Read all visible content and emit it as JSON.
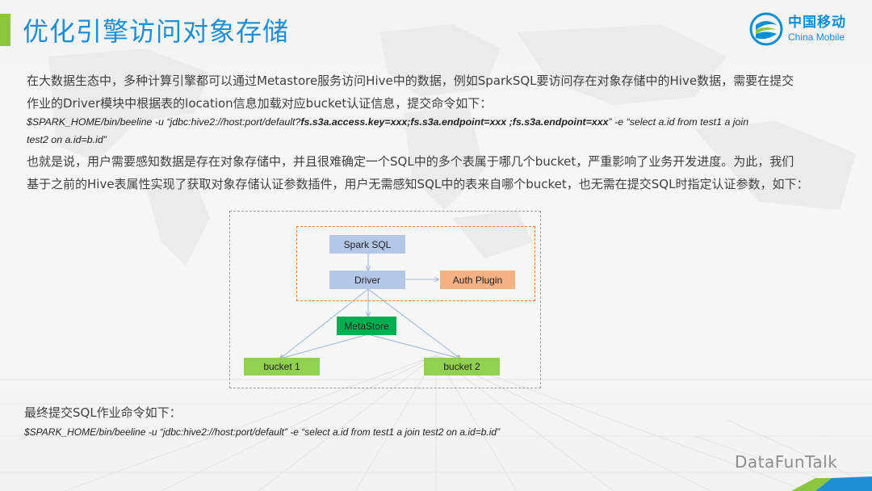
{
  "slide": {
    "title": "优化引擎访问对象存储",
    "logo": {
      "cn": "中国移动",
      "en": "China Mobile",
      "icon": "china-mobile-logo-icon"
    },
    "paragraph1": {
      "line1": "在大数据生态中，多种计算引擎都可以通过Metastore服务访问Hive中的数据，例如SparkSQL要访问存在对象存储中的Hive数据，需要在提交",
      "line2": "作业的Driver模块中根据表的location信息加载对应bucket认证信息，提交命令如下："
    },
    "command1": {
      "part1": "$SPARK_HOME/bin/beeline -u  “jdbc:hive2://host:port/default?",
      "bold": "fs.s3a.access.key=xxx;fs.s3a.endpoint=xxx ;fs.s3a.endpoint=xxx",
      "part2": "”  -e  “select a.id from test1 a join",
      "line2": "test2 on a.id=b.id”"
    },
    "paragraph2": {
      "line1": "也就是说，用户需要感知数据是存在对象存储中，并且很难确定一个SQL中的多个表属于哪几个bucket，严重影响了业务开发进度。为此，我们",
      "line2": "基于之前的Hive表属性实现了获取对象存储认证参数插件，用户无需感知SQL中的表来自哪个bucket，也无需在提交SQL时指定认证参数，如下："
    },
    "diagram": {
      "nodes": {
        "spark_sql": "Spark SQL",
        "driver": "Driver",
        "auth_plugin": "Auth Plugin",
        "metastore": "MetaStore",
        "bucket1": "bucket 1",
        "bucket2": "bucket 2"
      },
      "colors": {
        "blue": "#b4c7e7",
        "orange": "#f4b183",
        "green_dark": "#00b050",
        "green": "#92d050",
        "highlight_border": "#ed7d31"
      }
    },
    "paragraph3": "最终提交SQL作业命令如下：",
    "command2": "$SPARK_HOME/bin/beeline -u  “jdbc:hive2://host:port/default”  -e  “select a.id from test1 a join test2 on a.id=b.id”",
    "watermark": "DataFunTalk",
    "accent_colors": {
      "title": "#1e8fd5",
      "title_bar": "#8cc63e"
    }
  }
}
